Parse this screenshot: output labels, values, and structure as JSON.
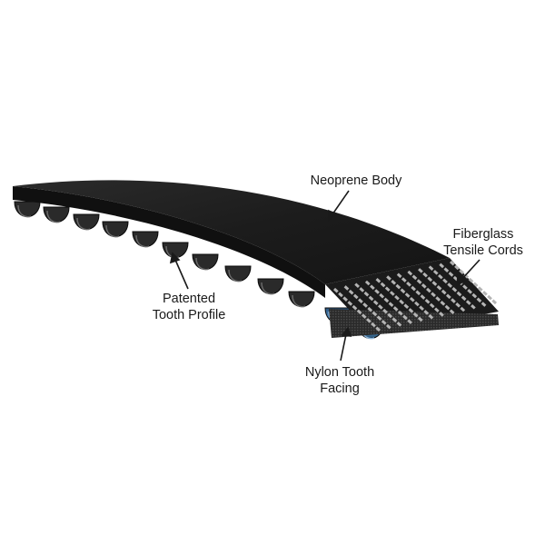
{
  "colors": {
    "belt_top": "#1f1f1f",
    "belt_side": "#121212",
    "tooth_fill": "#2a2a2a",
    "tooth_facing_blue": "#3d6f9e",
    "cord_gray": "#b4b4b4",
    "leader_line": "#1a1a1a",
    "background": "#ffffff"
  },
  "callouts": {
    "neoprene_body": {
      "line1": "Neoprene Body",
      "line2": ""
    },
    "tensile_cords": {
      "line1": "Fiberglass",
      "line2": "Tensile Cords"
    },
    "tooth_profile": {
      "line1": "Patented",
      "line2": "Tooth Profile"
    },
    "tooth_facing": {
      "line1": "Nylon Tooth",
      "line2": "Facing"
    }
  }
}
